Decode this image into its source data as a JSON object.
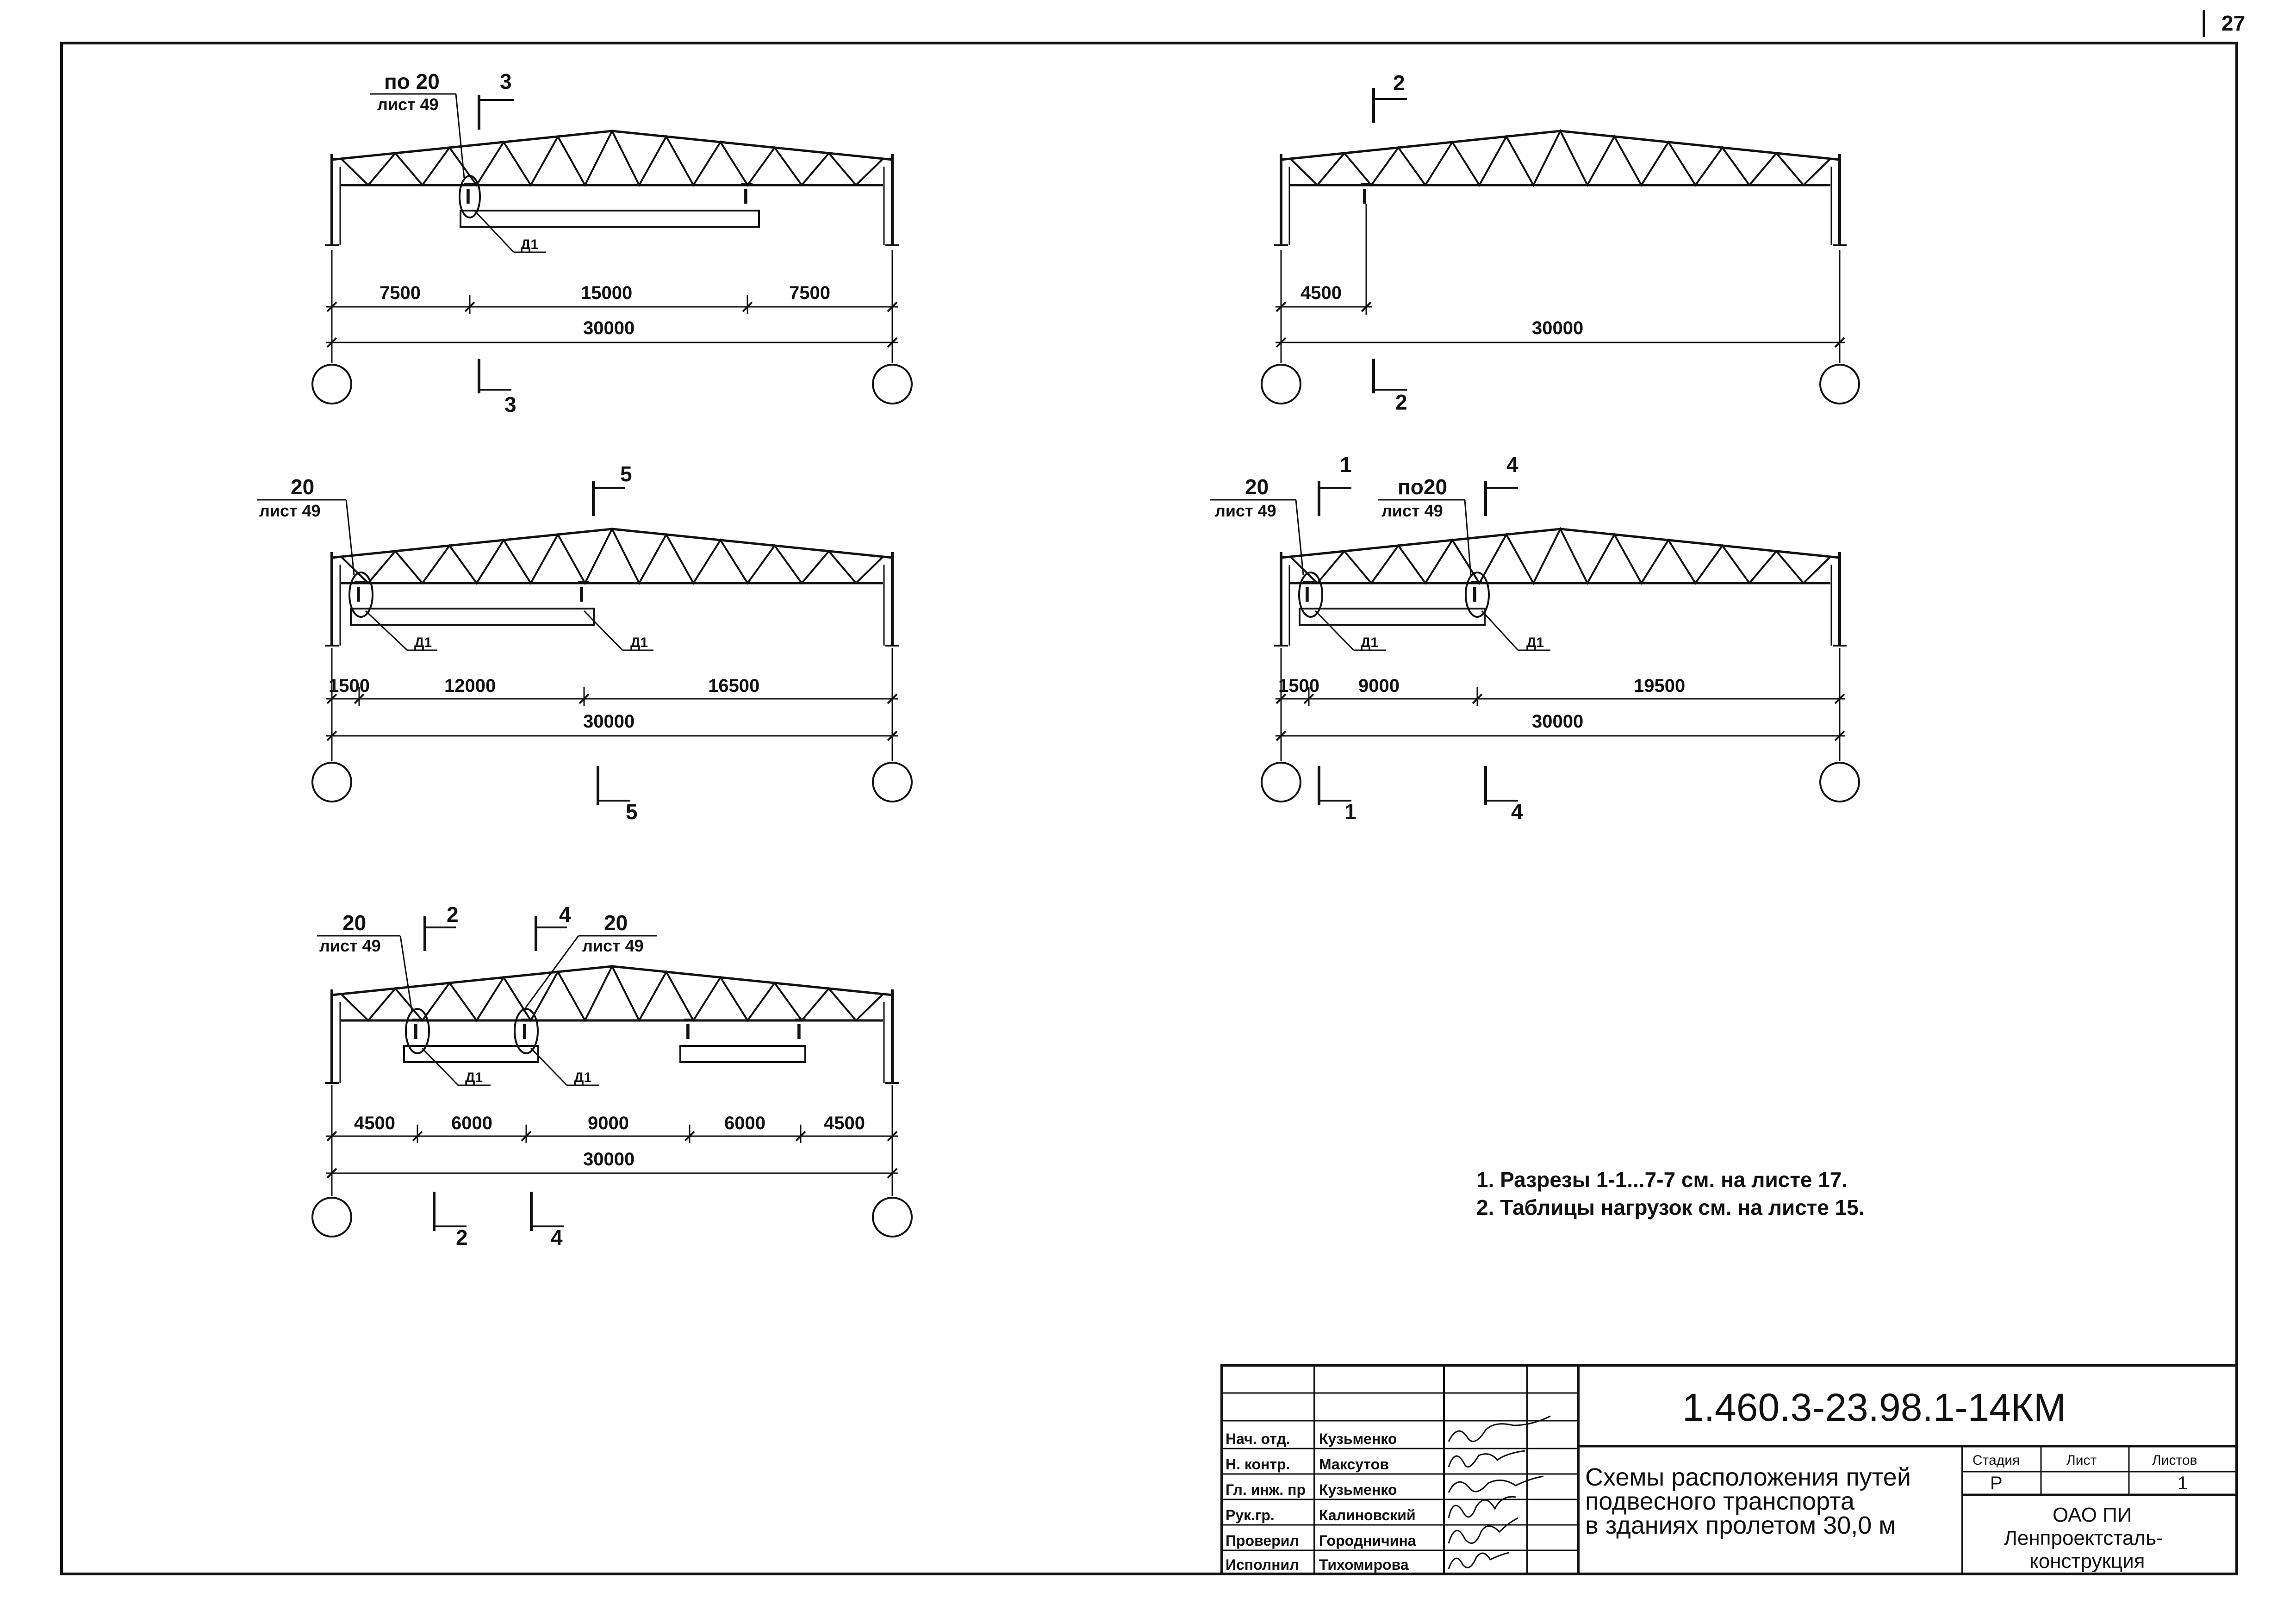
{
  "page_number": "27",
  "schemes": {
    "s1": {
      "ref_count": "по 20",
      "ref_sheet": "лист 49",
      "section_top": "3",
      "section_bottom": "3",
      "beam_mark": "Д1",
      "dims": [
        "7500",
        "15000",
        "7500"
      ],
      "total": "30000"
    },
    "s2": {
      "section_top": "2",
      "section_bottom": "2",
      "dims": [
        "4500"
      ],
      "total": "30000"
    },
    "s3": {
      "ref_count": "20",
      "ref_sheet": "лист 49",
      "section_top": "5",
      "section_bottom": "5",
      "beam_mark": "Д1",
      "dims": [
        "1500",
        "12000",
        "16500"
      ],
      "total": "30000"
    },
    "s4": {
      "ref1_count": "20",
      "ref1_sheet": "лист 49",
      "ref2_count": "по20",
      "ref2_sheet": "лист 49",
      "section_a": "1",
      "section_b": "4",
      "beam_mark": "Д1",
      "dims": [
        "1500",
        "9000",
        "19500"
      ],
      "total": "30000"
    },
    "s5": {
      "ref1_count": "20",
      "ref1_sheet": "лист 49",
      "ref2_count": "20",
      "ref2_sheet": "лист 49",
      "section_a": "2",
      "section_b": "4",
      "beam_mark": "Д1",
      "dims": [
        "4500",
        "6000",
        "9000",
        "6000",
        "4500"
      ],
      "total": "30000"
    }
  },
  "notes": [
    "1. Разрезы 1-1...7-7  см. на листе 17.",
    "2. Таблицы нагрузок см. на листе 15."
  ],
  "title_block": {
    "code": "1.460.3-23.98.1-14КМ",
    "title_lines": [
      "Схемы расположения путей",
      "подвесного транспорта",
      "в зданиях пролетом 30,0 м"
    ],
    "stage_header": "Стадия",
    "sheet_header": "Лист",
    "sheets_header": "Листов",
    "stage": "Р",
    "sheets": "1",
    "org_lines": [
      "ОАО  ПИ",
      "Ленпроектсталь-",
      "конструкция"
    ],
    "roles": [
      {
        "role": "Нач. отд.",
        "name": "Кузьменко"
      },
      {
        "role": "Н. контр.",
        "name": "Максутов"
      },
      {
        "role": "Гл. инж. пр",
        "name": "Кузьменко"
      },
      {
        "role": "Рук.гр.",
        "name": "Калиновский"
      },
      {
        "role": "Проверил",
        "name": "Городничина"
      },
      {
        "role": "Исполнил",
        "name": "Тихомирова"
      }
    ]
  }
}
